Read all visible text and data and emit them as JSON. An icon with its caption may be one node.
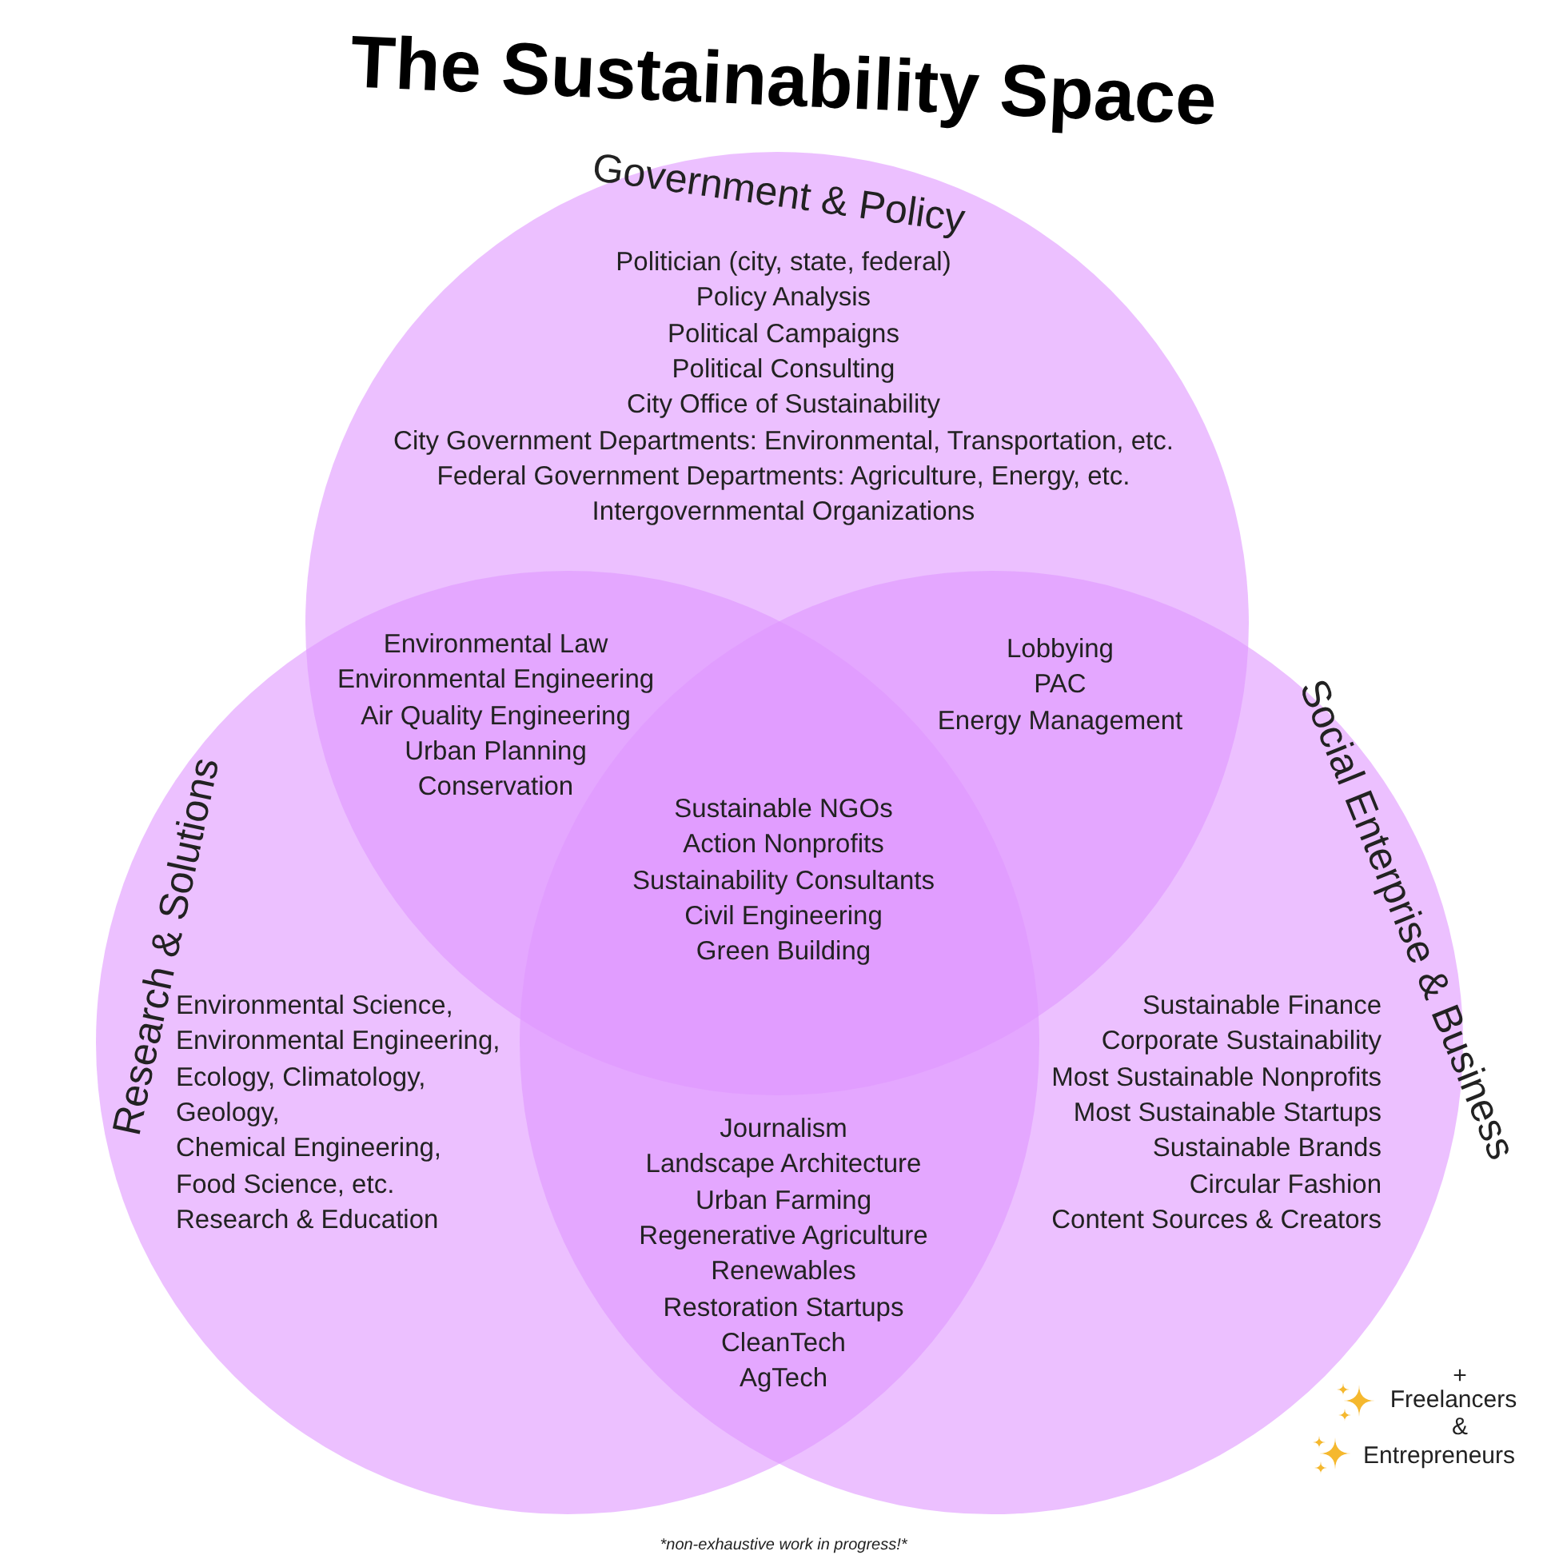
{
  "diagram": {
    "title": "The Sustainability Space",
    "nodes": [
      {
        "text": [
          "Government & Policy",
          "Politician (city, state, federal)",
          "Policy Analysis",
          "Political Campaigns",
          "Political Consulting",
          "City Office of Sustainability",
          "City Government Departments: Environmental, Transportation, etc.",
          "Federal Government Departments: Agriculture, Energy, etc.",
          "Intergovernmental Organizations"
        ]
      },
      {
        "text": [
          "Research & Solutions",
          "Environmental Science,",
          "Environmental Engineering,",
          "Ecology, Climatology,",
          "Geology,",
          "Chemical Engineering,",
          "Food Science, etc.",
          "Research & Education"
        ]
      },
      {
        "text": [
          "Social Enterprise & Business",
          "Sustainable Finance",
          "Corporate Sustainability",
          "Most Sustainable Nonprofits",
          "Most Sustainable Startups",
          "Sustainable Brands",
          "Circular Fashion",
          "Content Sources & Creators"
        ]
      }
    ],
    "edges": [],
    "labels": [
      "Environmental Law",
      "Environmental Engineering",
      "Air Quality Engineering",
      "Urban Planning",
      "Conservation",
      "Lobbying",
      "PAC",
      "Energy Management",
      "Sustainable NGOs",
      "Action Nonprofits",
      "Sustainability Consultants",
      "Civil Engineering",
      "Green Building",
      "Journalism",
      "Landscape Architecture",
      "Urban Farming",
      "Regenerative Agriculture",
      "Renewables",
      "Restoration Startups",
      "CleanTech",
      "AgTech",
      "+",
      "Freelancers",
      "&",
      "Entrepreneurs",
      "*non-exhaustive work in progress!*"
    ]
  }
}
